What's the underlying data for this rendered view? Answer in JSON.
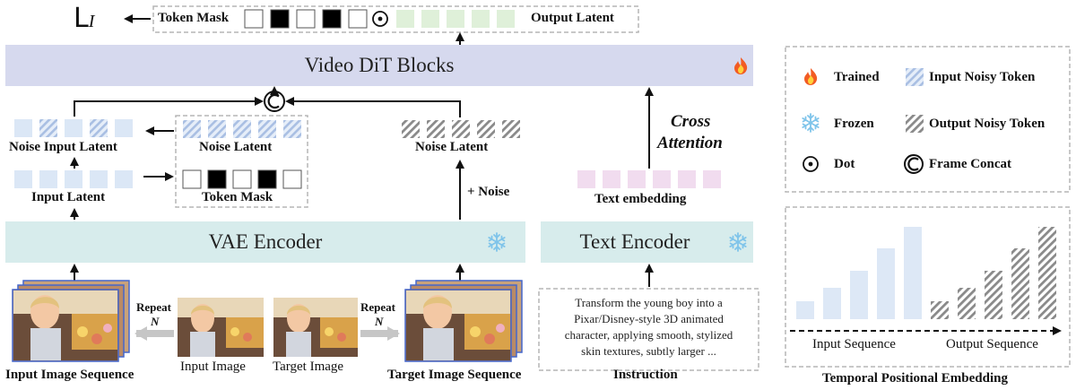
{
  "loss": {
    "symbol": "L",
    "subscript": "I"
  },
  "top_bar": {
    "token_mask_label": "Token Mask",
    "output_latent_label": "Output Latent"
  },
  "blocks": {
    "dit": "Video DiT Blocks",
    "vae": "VAE Encoder",
    "text_encoder": "Text Encoder"
  },
  "labels": {
    "noise_input_latent": "Noise Input Latent",
    "input_latent": "Input Latent",
    "noise_latent_left": "Noise Latent",
    "token_mask": "Token Mask",
    "noise_latent_right": "Noise Latent",
    "plus_noise": "+ Noise",
    "cross": "Cross",
    "attention": "Attention",
    "text_embedding": "Text embedding"
  },
  "bottom": {
    "input_image_sequence": "Input Image Sequence",
    "input_image": "Input Image",
    "target_image": "Target Image",
    "target_image_sequence": "Target Image Sequence",
    "instruction": "Instruction",
    "repeat_left": "Repeat",
    "n_left": "N",
    "repeat_right": "Repeat",
    "n_right": "N"
  },
  "instruction_text": [
    "Transform the young boy into a",
    "Pixar/Disney-style 3D animated",
    "character, applying smooth, stylized",
    "skin textures, subtly larger ..."
  ],
  "legend": {
    "trained": "Trained",
    "input_noisy_token": "Input Noisy Token",
    "frozen": "Frozen",
    "output_noisy_token": "Output Noisy Token",
    "dot": "Dot",
    "frame_concat": "Frame Concat"
  },
  "tpe": {
    "input_sequence": "Input Sequence",
    "output_sequence": "Output Sequence",
    "title": "Temporal Positional Embedding"
  },
  "colors": {
    "dit_block": "#d6d9ee",
    "encoder_block": "#d7ecec",
    "latent_blue": "#dbe7f6",
    "output_green": "#dff0d9",
    "text_embed_pink": "#f1dcef",
    "hatch_blue": "#a9bfe3",
    "hatch_gray": "#8a8a8a"
  },
  "icons": {
    "trained": "flame-icon",
    "frozen": "snowflake-icon",
    "dot": "dot-operator-icon",
    "concat": "frame-concat-icon"
  }
}
